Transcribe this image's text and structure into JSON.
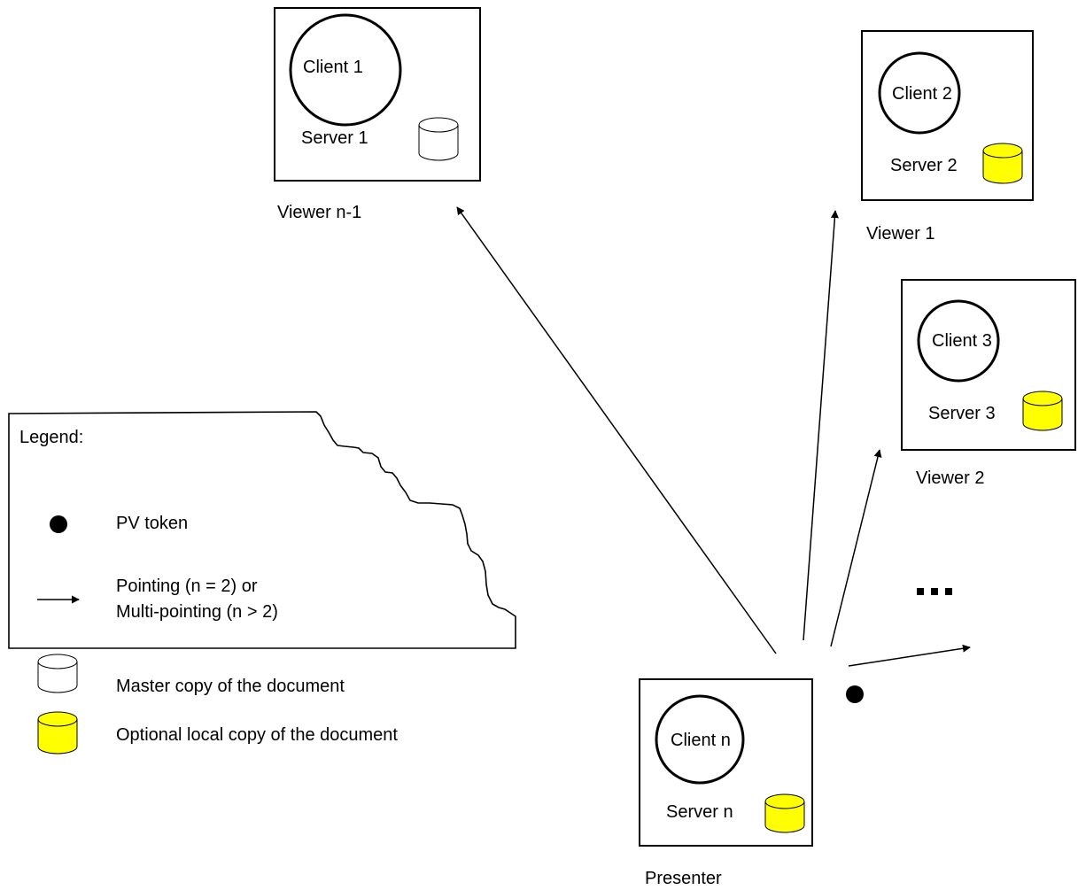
{
  "nodes": {
    "viewer_n1": {
      "client": "Client 1",
      "server": "Server 1",
      "role": "Viewer n-1",
      "copy": "master"
    },
    "viewer_1": {
      "client": "Client 2",
      "server": "Server 2",
      "role": "Viewer 1",
      "copy": "local"
    },
    "viewer_2": {
      "client": "Client 3",
      "server_prefix": "Server ",
      "server_num": "3",
      "role": "Viewer 2",
      "copy": "local"
    },
    "presenter": {
      "client": "Client n",
      "server": "Server n",
      "role": "Presenter",
      "copy": "local"
    }
  },
  "ellipsis": "...",
  "legend": {
    "title": "Legend:",
    "token": "PV token",
    "pointing_line1": "Pointing (n = 2) or",
    "pointing_line2": "Multi-pointing (n > 2)",
    "master": "Master copy of the document",
    "local": "Optional local copy of the document"
  },
  "colors": {
    "line": "#000000",
    "master_fill": "#ffffff",
    "local_fill": "#ffff00",
    "background": "#ffffff"
  },
  "icons": {
    "token": "token-dot-icon",
    "arrow": "arrow-icon",
    "master": "master-cylinder-icon",
    "local": "local-cylinder-icon"
  }
}
